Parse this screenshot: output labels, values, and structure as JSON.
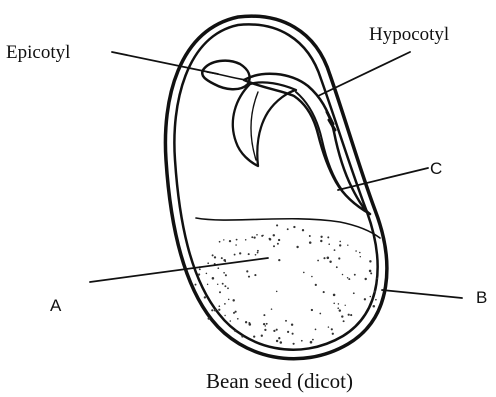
{
  "labels": {
    "epicotyl": "Epicotyl",
    "hypocotyl": "Hypocotyl",
    "c": "C",
    "a": "A",
    "b": "B"
  },
  "caption": "Bean seed (dicot)",
  "colors": {
    "ink": "#111111",
    "background": "#ffffff"
  }
}
